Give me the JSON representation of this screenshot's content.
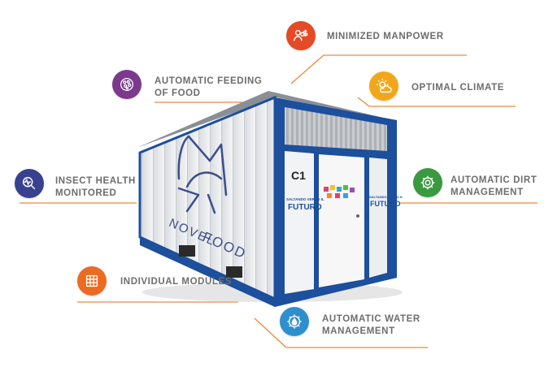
{
  "features": [
    {
      "id": "manpower",
      "icon": "people-money-icon",
      "color": "#e34a25",
      "lines": [
        "MINIMIZED MANPOWER"
      ]
    },
    {
      "id": "feeding",
      "icon": "food-pellets-icon",
      "color": "#7b3a8c",
      "lines": [
        "AUTOMATIC FEEDING",
        "OF FOOD"
      ]
    },
    {
      "id": "climate",
      "icon": "sun-cloud-icon",
      "color": "#f2a71b",
      "lines": [
        "OPTIMAL CLIMATE"
      ]
    },
    {
      "id": "health",
      "icon": "magnifier-pulse-icon",
      "color": "#38418f",
      "lines": [
        "INSECT HEALTH",
        "MONITORED"
      ]
    },
    {
      "id": "dirt",
      "icon": "gear-cycle-icon",
      "color": "#3a9a40",
      "lines": [
        "AUTOMATIC DIRT",
        "MANAGEMENT"
      ]
    },
    {
      "id": "modules",
      "icon": "module-grid-icon",
      "color": "#ec6a22",
      "lines": [
        "INDIVIDUAL MODULES"
      ]
    },
    {
      "id": "water",
      "icon": "gear-drop-icon",
      "color": "#2e8fce",
      "lines": [
        "AUTOMATIC WATER",
        "MANAGEMENT"
      ]
    }
  ],
  "container": {
    "brand_line1": "NOVEL",
    "brand_line2": "FOOD",
    "unit_code": "C1",
    "panel_text_small": "SALTANDO VERSO IL",
    "panel_text_big": "FUTURO",
    "structure_color": "#1c4f9c",
    "leader_color": "#e98a3a"
  }
}
